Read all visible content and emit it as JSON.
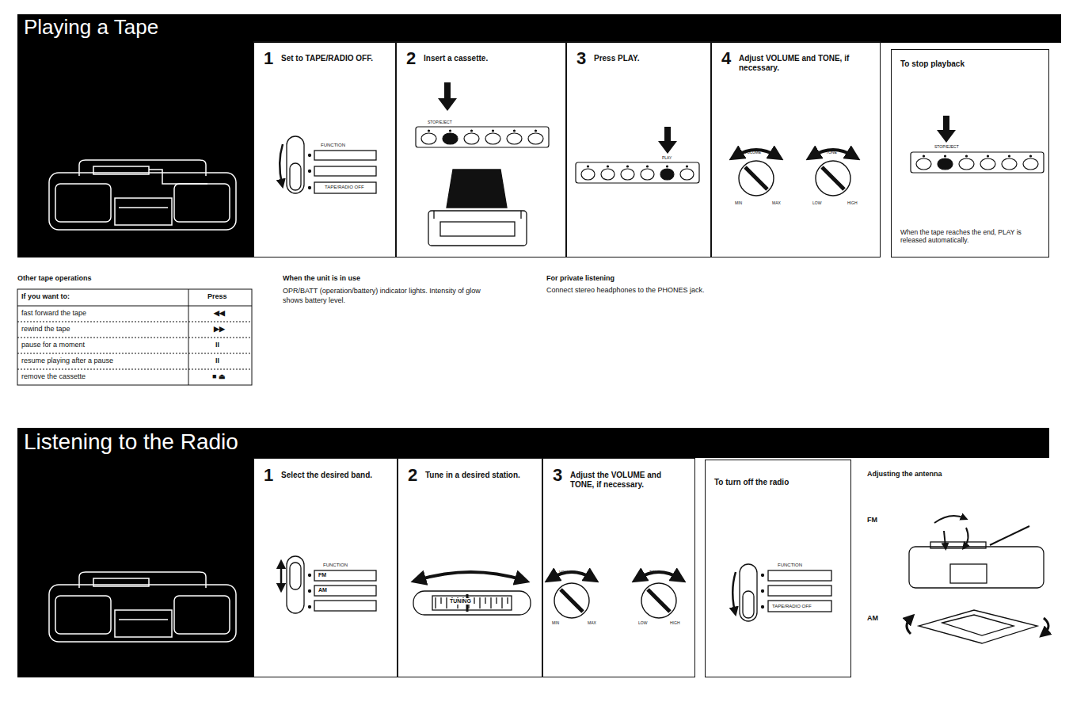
{
  "diagram": {
    "nodes": [
      {
        "text": [
          "Playing a Tape"
        ]
      },
      {
        "text": [
          "1",
          "Set to TAPE/RADIO OFF."
        ]
      },
      {
        "text": [
          "2",
          "Insert a cassette."
        ]
      },
      {
        "text": [
          "3",
          "Press PLAY."
        ]
      },
      {
        "text": [
          "4",
          "Adjust VOLUME and TONE, if necessary."
        ]
      },
      {
        "text": [
          "To stop playback",
          "When the tape reaches the end, PLAY is released automatically."
        ]
      },
      {
        "text": [
          "Listening to the Radio"
        ]
      },
      {
        "text": [
          "1",
          "Select the desired band."
        ]
      },
      {
        "text": [
          "2",
          "Tune in a desired station."
        ]
      },
      {
        "text": [
          "3",
          "Adjust the VOLUME and TONE, if necessary."
        ]
      },
      {
        "text": [
          "To turn off the radio"
        ]
      }
    ],
    "labels": [
      "FUNCTION",
      "TAPE/RADIO OFF",
      "STOP/EJECT",
      "PLAY",
      "VOLUME",
      "MIN",
      "MAX",
      "TONE",
      "LOW",
      "HIGH",
      "STOP/EJECT",
      "Other tape operations",
      "If you want to:",
      "Press",
      "fast forward the tape",
      "◀◀",
      "rewind the tape",
      "▶▶",
      "pause for a moment",
      "II",
      "resume playing after a pause",
      "II",
      "remove the cassette",
      "■ ⏏",
      "When the unit is in use",
      "OPR/BATT (operation/battery) indicator lights. Intensity of glow shows battery level.",
      "For private listening",
      "Connect stereo headphones to the PHONES jack.",
      "FUNCTION",
      "FM",
      "AM",
      "TUNING",
      "VOLUME",
      "MIN",
      "MAX",
      "TONE",
      "LOW",
      "HIGH",
      "FUNCTION",
      "TAPE/RADIO OFF",
      "Adjusting the antenna",
      "FM",
      "AM"
    ]
  }
}
